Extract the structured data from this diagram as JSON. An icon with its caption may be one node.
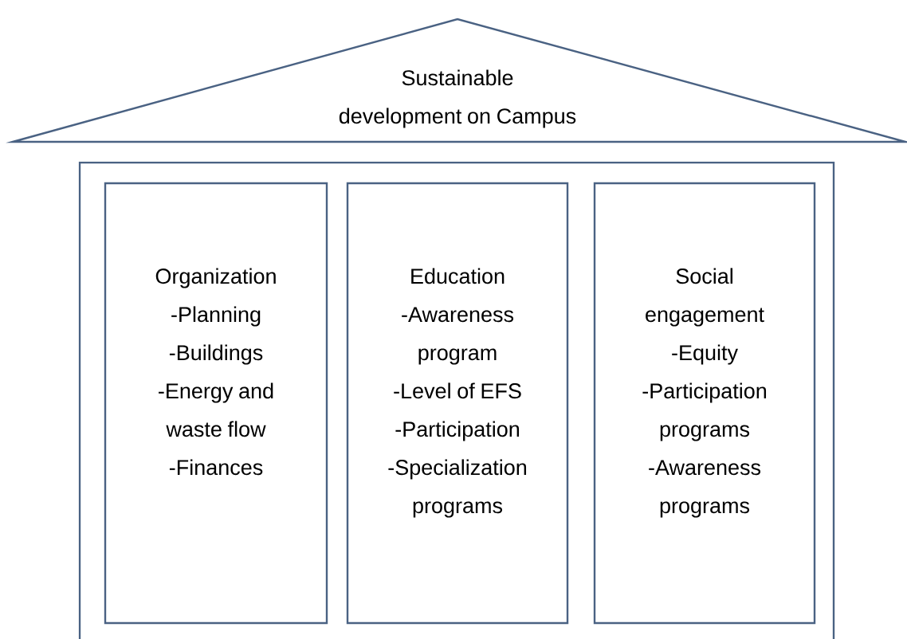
{
  "diagram": {
    "nodes": [
      {
        "text": [
          "Sustainable development on Campus"
        ]
      },
      {
        "text": [],
        "shape": "box"
      },
      {
        "text": [
          "Organization",
          "-Planning",
          "-Buildings",
          "-Energy and waste flow",
          "-Finances"
        ],
        "in": 1
      },
      {
        "text": [
          "Education",
          "-Awareness program",
          "-Level of EFS",
          "-Participation",
          "-Specialization programs"
        ],
        "in": 1
      },
      {
        "text": [
          "Social engagement",
          "-Equity",
          "-Participation programs",
          "-Awareness programs"
        ],
        "in": 1
      }
    ]
  }
}
